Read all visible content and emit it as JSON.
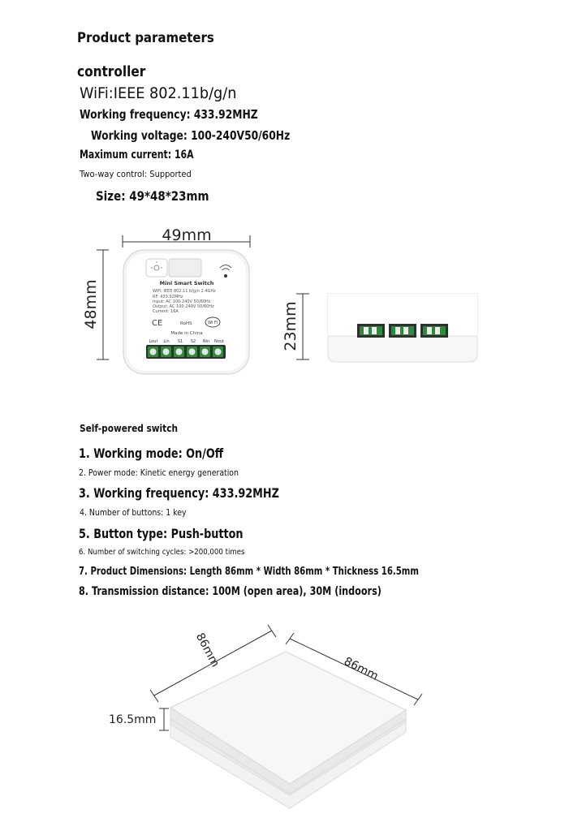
{
  "heading": "Product parameters",
  "controller": {
    "title": "controller",
    "wifi": "WiFi:IEEE 802.11b/g/n",
    "frequency": "Working frequency: 433.92MHZ",
    "voltage": "Working voltage: 100-240V50/60Hz",
    "current": "Maximum current: 16A",
    "two_way": "Two-way control: Supported",
    "size": "Size: 49*48*23mm"
  },
  "controller_diagram": {
    "width_label": "49mm",
    "height_label": "48mm",
    "depth_label": "23mm",
    "device": {
      "name": "Mini Smart Switch",
      "lines": [
        "WiFi: IEEE 802.11 b/g/n  2.4GHz",
        "RF: 433.92MHz",
        "Input:  AC 100-240V  50/60Hz",
        "Output: AC 100-240V  50/60Hz",
        "Current:  16A"
      ],
      "ce": "CE",
      "rohs": "RoHS",
      "wifi_logo": "Wi Fi",
      "made_in": "Made in China",
      "terminals": [
        "Lout",
        "Lin",
        "S1",
        "S2",
        "Nin",
        "Nout"
      ]
    }
  },
  "switch": {
    "title": "Self-powered switch",
    "items": [
      "1. Working mode: On/Off",
      "2. Power mode: Kinetic energy generation",
      "3. Working frequency: 433.92MHZ",
      "4. Number of buttons: 1 key",
      "5. Button type: Push-button",
      "6. Number of switching cycles: >200,000 times",
      "7. Product Dimensions: Length 86mm * Width 86mm * Thickness 16.5mm",
      "8. Transmission distance: 100M (open area), 30M (indoors)"
    ]
  },
  "switch_diagram": {
    "length_label": "86mm",
    "width_label": "86mm",
    "thickness_label": "16.5mm"
  }
}
